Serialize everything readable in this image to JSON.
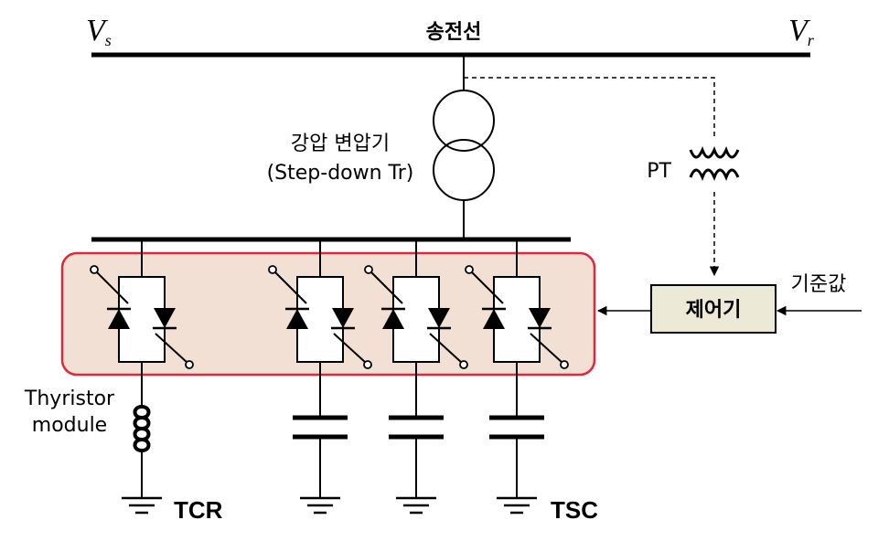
{
  "labels": {
    "sending_voltage": "V",
    "sending_voltage_sub": "s",
    "receiving_voltage": "V",
    "receiving_voltage_sub": "r",
    "transmission_line": "송전선",
    "transformer_kr": "강압 변압기",
    "transformer_en": "(Step-down Tr)",
    "pt": "PT",
    "controller": "제어기",
    "reference": "기준값",
    "thyristor_line1": "Thyristor",
    "thyristor_line2": "module",
    "tcr": "TCR",
    "tsc": "TSC"
  },
  "colors": {
    "line": "#000000",
    "module_fill": "#f2e0d4",
    "module_border": "#e0283c",
    "controller_fill": "#ece9d6"
  }
}
